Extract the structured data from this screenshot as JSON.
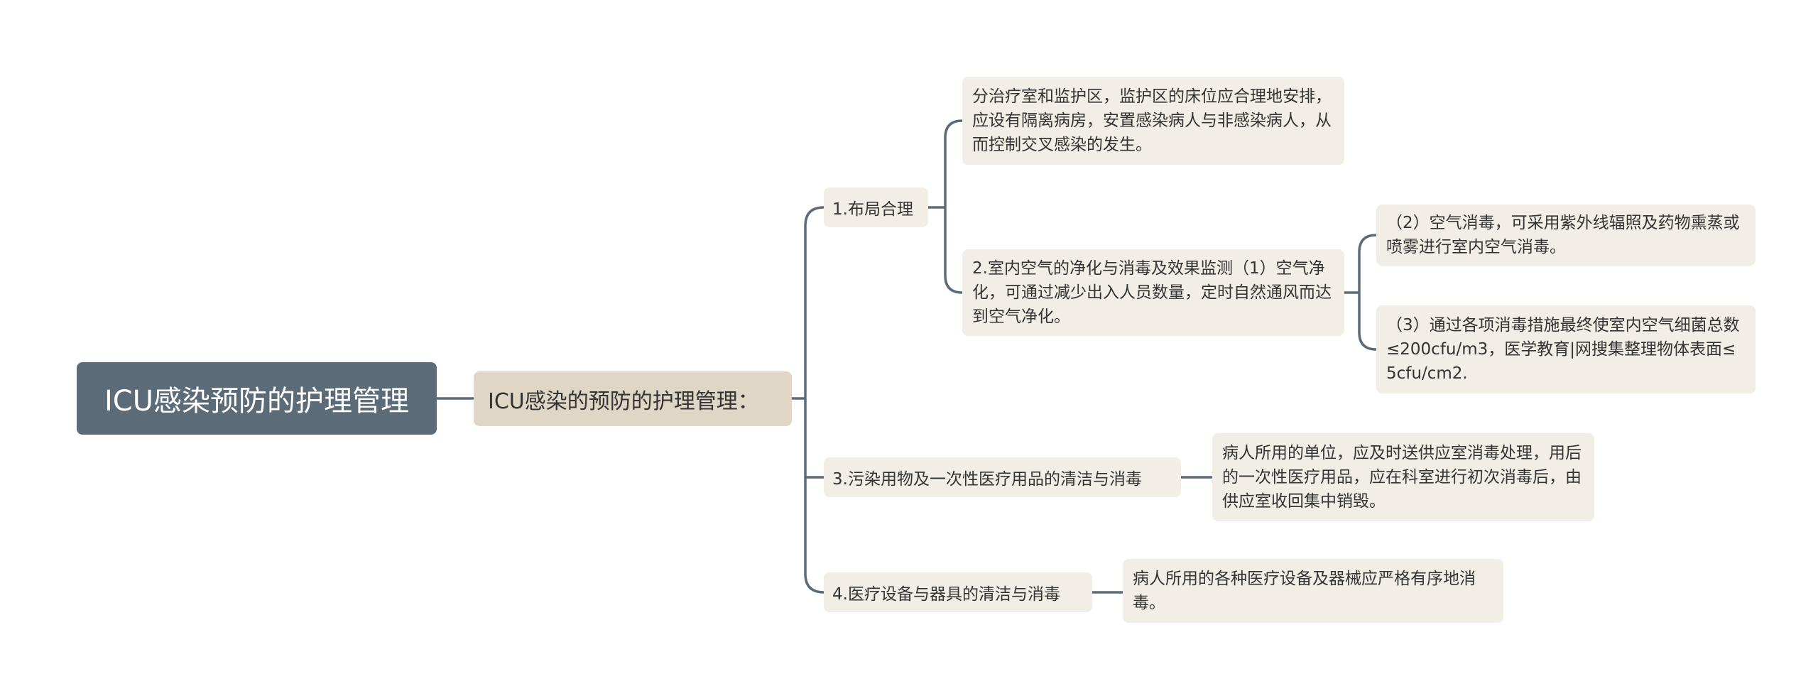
{
  "mindmap": {
    "root": {
      "label": "ICU感染预防的护理管理"
    },
    "main": {
      "label": "ICU感染的预防的护理管理："
    },
    "branches": [
      {
        "label": "1.布局合理",
        "children": [
          {
            "label": "分治疗室和监护区，监护区的床位应合理地安排，应设有隔离病房，安置感染病人与非感染病人，从而控制交叉感染的发生。"
          },
          {
            "label": "2.室内空气的净化与消毒及效果监测（1）空气净化，可通过减少出入人员数量，定时自然通风而达到空气净化。",
            "children": [
              {
                "label": "（2）空气消毒，可采用紫外线辐照及药物熏蒸或喷雾进行室内空气消毒。"
              },
              {
                "label": "（3）通过各项消毒措施最终使室内空气细菌总数≤200cfu/m3，医学教育|网搜集整理物体表面≤5cfu/cm2."
              }
            ]
          }
        ]
      },
      {
        "label": "3.污染用物及一次性医疗用品的清洁与消毒",
        "children": [
          {
            "label": "病人所用的单位，应及时送供应室消毒处理，用后的一次性医疗用品，应在科室进行初次消毒后，由供应室收回集中销毁。"
          }
        ]
      },
      {
        "label": "4.医疗设备与器具的清洁与消毒",
        "children": [
          {
            "label": "病人所用的各种医疗设备及器械应严格有序地消毒。"
          }
        ]
      }
    ]
  }
}
